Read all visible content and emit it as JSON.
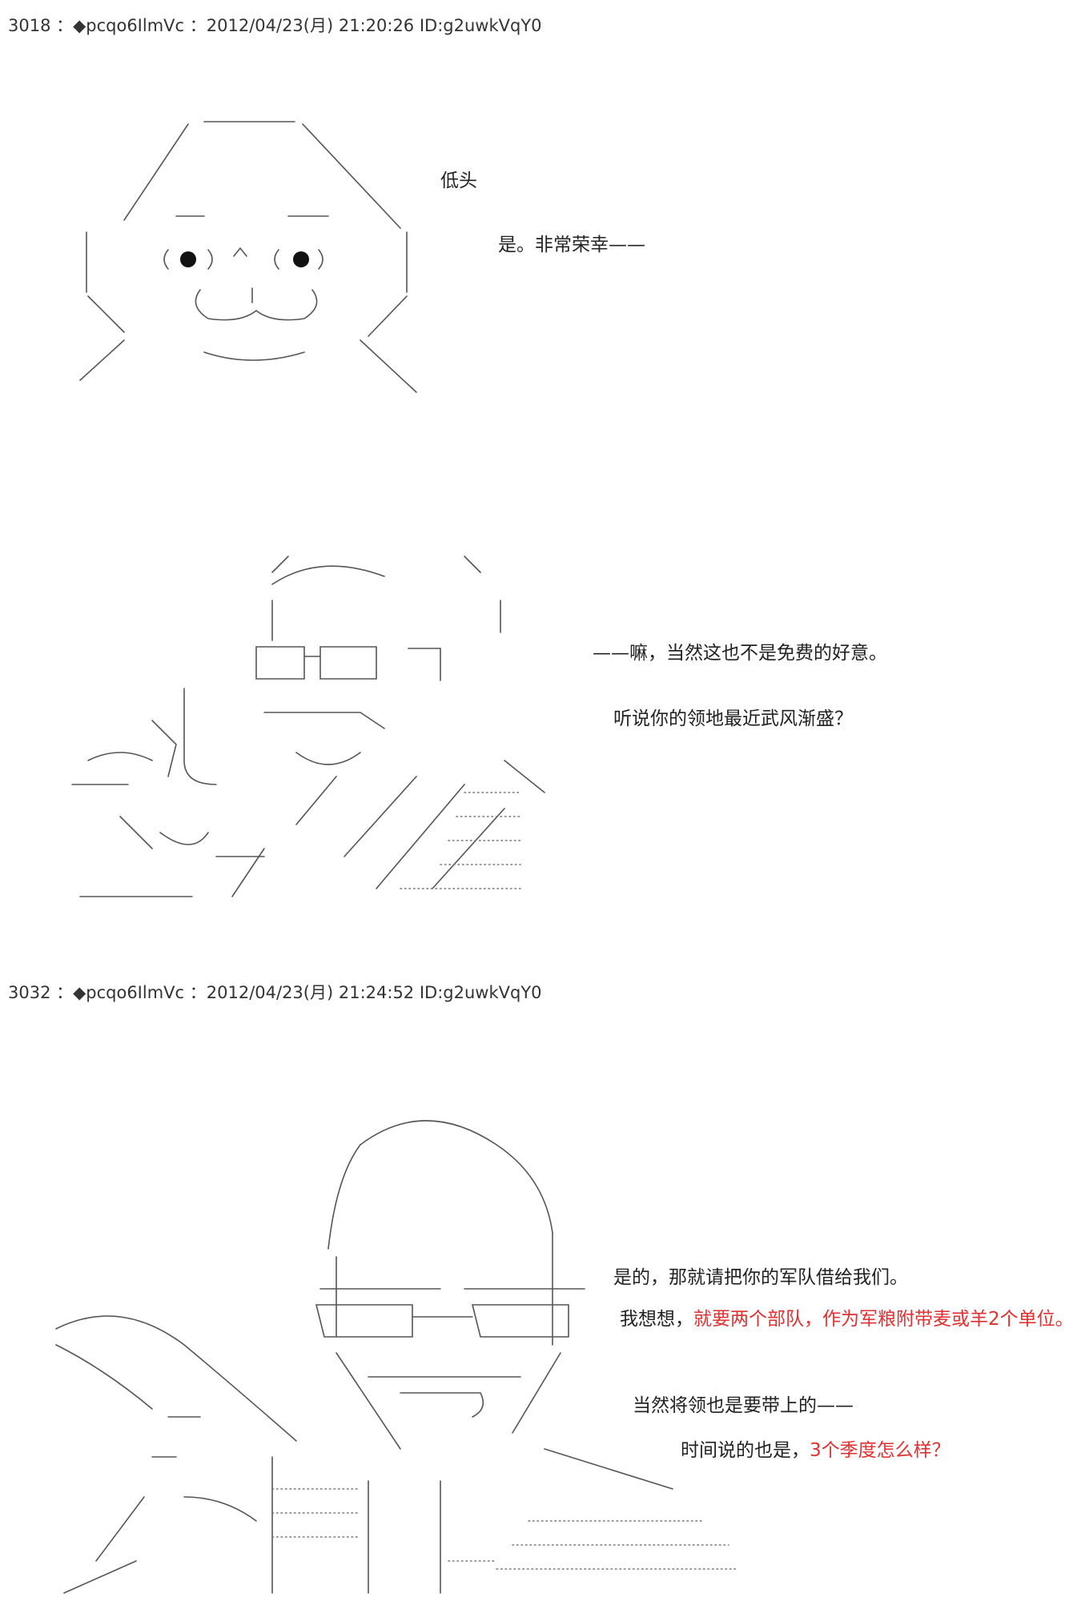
{
  "posts": [
    {
      "header": "3018 ：◆pcqo6IlmVc ：2012/04/23(月) 21:20:26 ID:g2uwkVqY0",
      "panel1": {
        "lines": [
          "低头",
          "是。非常荣幸——"
        ]
      },
      "panel2": {
        "lines": [
          "——嘛，当然这也不是免费的好意。",
          "听说你的领地最近武风渐盛？"
        ]
      }
    },
    {
      "header": "3032 ：◆pcqo6IlmVc ：2012/04/23(月) 21:24:52 ID:g2uwkVqY0",
      "panel3": {
        "line1": "是的，那就请把你的军队借给我们。",
        "line2_plain": "我想想，",
        "line2_red": "就要两个部队，作为军粮附带麦或羊2个单位。",
        "line3": "当然将领也是要带上的——",
        "line4_plain": "时间说的也是，",
        "line4_red": "3个季度怎么样？"
      }
    }
  ]
}
